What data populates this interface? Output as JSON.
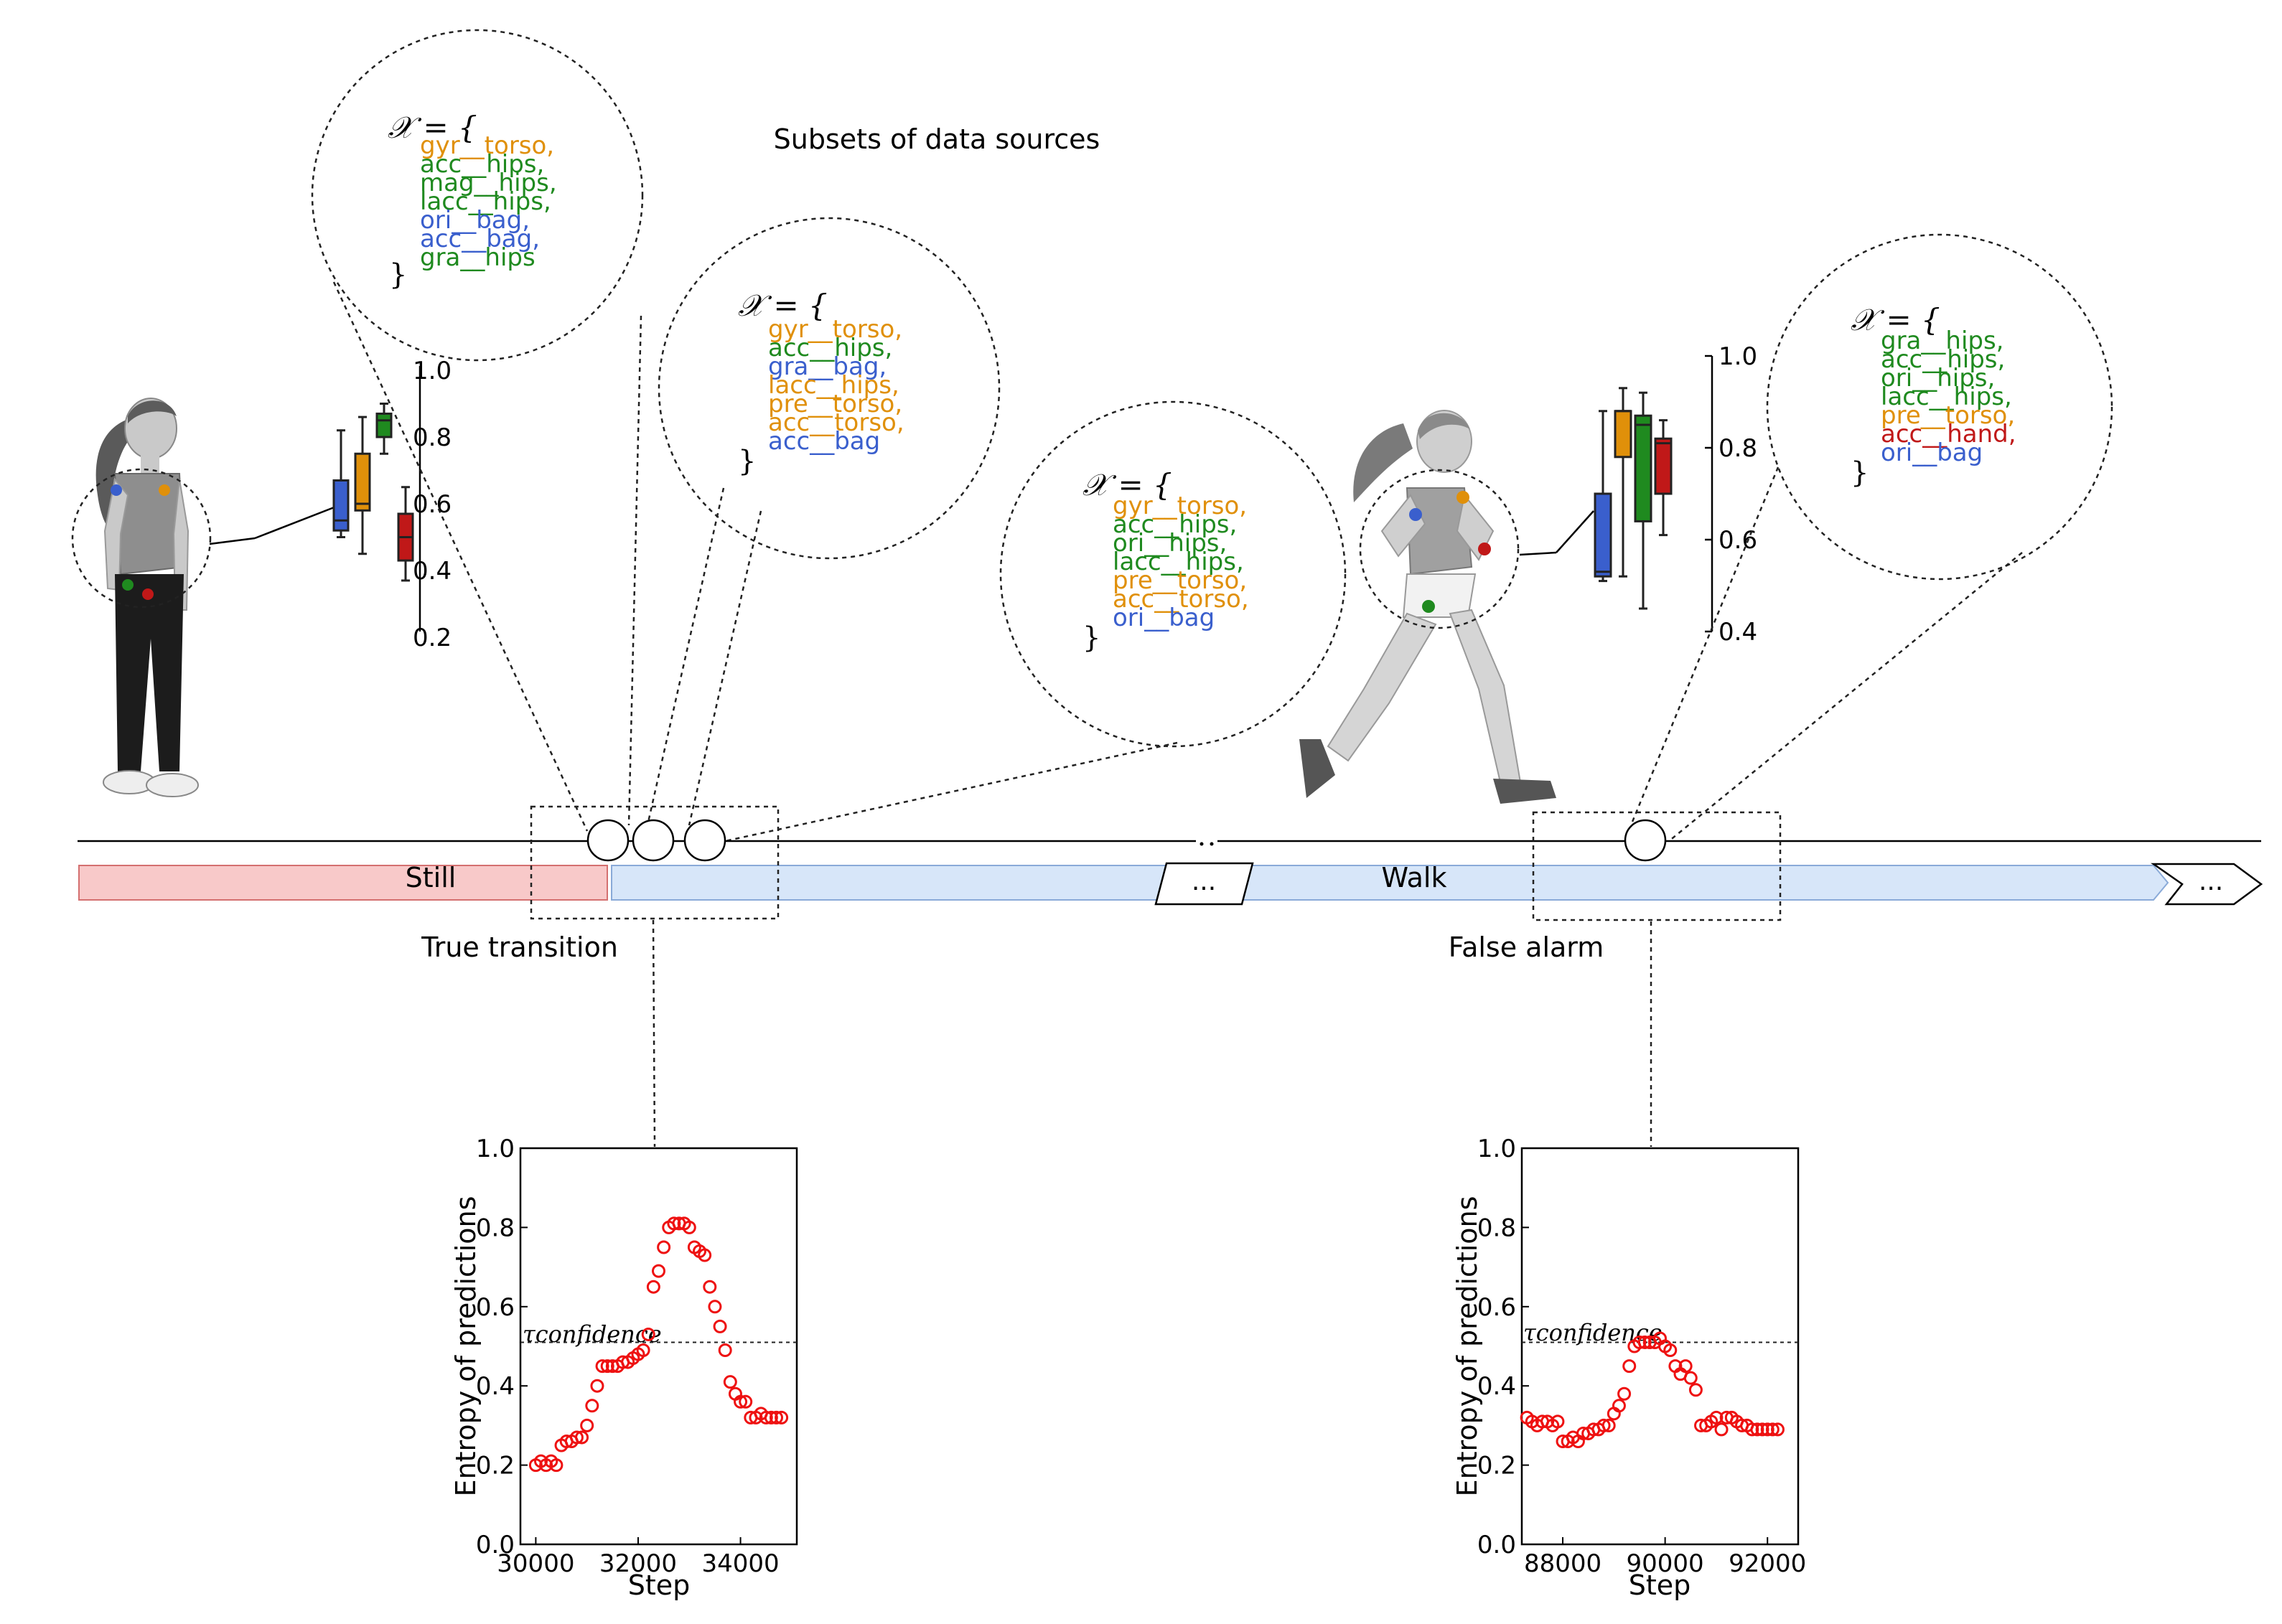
{
  "title": "Subsets of data sources",
  "colors": {
    "orange": "#e0900a",
    "green": "#1f8a1f",
    "blue": "#3a5fcd",
    "red": "#c01818",
    "still_fill": "#f8c9c9",
    "still_stroke": "#d47070",
    "walk_fill": "#d7e6f9",
    "walk_stroke": "#8aaad8",
    "scatter": "#ee1111"
  },
  "timeline": {
    "still_label": "Still",
    "walk_label": "Walk",
    "ellipsis_mid": "...",
    "ellipsis_end": "...",
    "true_transition": "True transition",
    "false_alarm": "False alarm"
  },
  "subsets": [
    {
      "head": "𝒳 = {",
      "close": "}",
      "items": [
        {
          "text": "gyr__torso,",
          "color": "orange"
        },
        {
          "text": "acc__hips,",
          "color": "green"
        },
        {
          "text": "mag__hips,",
          "color": "green"
        },
        {
          "text": "lacc__hips,",
          "color": "green"
        },
        {
          "text": "ori__bag,",
          "color": "blue"
        },
        {
          "text": "acc__bag,",
          "color": "blue"
        },
        {
          "text": "gra__hips",
          "color": "green"
        }
      ]
    },
    {
      "head": "𝒳 = {",
      "close": "}",
      "items": [
        {
          "text": "gyr__torso,",
          "color": "orange"
        },
        {
          "text": "acc__hips,",
          "color": "green"
        },
        {
          "text": "gra__bag,",
          "color": "blue"
        },
        {
          "text": "lacc__hips,",
          "color": "orange"
        },
        {
          "text": "pre__torso,",
          "color": "orange"
        },
        {
          "text": "acc__torso,",
          "color": "orange"
        },
        {
          "text": "acc__bag",
          "color": "blue"
        }
      ]
    },
    {
      "head": "𝒳 = {",
      "close": "}",
      "items": [
        {
          "text": "gyr__torso,",
          "color": "orange"
        },
        {
          "text": "acc__hips,",
          "color": "green"
        },
        {
          "text": "ori__hips,",
          "color": "green"
        },
        {
          "text": "lacc__hips,",
          "color": "green"
        },
        {
          "text": "pre__torso,",
          "color": "orange"
        },
        {
          "text": "acc__torso,",
          "color": "orange"
        },
        {
          "text": "ori__bag",
          "color": "blue"
        }
      ]
    },
    {
      "head": "𝒳 = {",
      "close": "}",
      "items": [
        {
          "text": "gra__hips,",
          "color": "green"
        },
        {
          "text": "acc__hips,",
          "color": "green"
        },
        {
          "text": "ori__hips,",
          "color": "green"
        },
        {
          "text": "lacc__hips,",
          "color": "green"
        },
        {
          "text": "pre__torso,",
          "color": "orange"
        },
        {
          "text": "acc__hand,",
          "color": "red"
        },
        {
          "text": "ori__bag",
          "color": "blue"
        }
      ]
    }
  ],
  "boxplot_left": {
    "ticks": [
      "1.0",
      "0.8",
      "0.6",
      "0.4",
      "0.2"
    ],
    "range": [
      0.2,
      1.0
    ],
    "boxes": [
      {
        "color": "blue",
        "min": 0.5,
        "q1": 0.52,
        "median": 0.55,
        "q3": 0.67,
        "max": 0.82
      },
      {
        "color": "orange",
        "min": 0.45,
        "q1": 0.58,
        "median": 0.6,
        "q3": 0.75,
        "max": 0.86
      },
      {
        "color": "green",
        "min": 0.75,
        "q1": 0.8,
        "median": 0.85,
        "q3": 0.87,
        "max": 0.9
      },
      {
        "color": "red",
        "min": 0.37,
        "q1": 0.43,
        "median": 0.5,
        "q3": 0.57,
        "max": 0.65
      }
    ]
  },
  "boxplot_right": {
    "ticks": [
      "1.0",
      "0.8",
      "0.6",
      "0.4"
    ],
    "range": [
      0.4,
      1.0
    ],
    "boxes": [
      {
        "color": "blue",
        "min": 0.51,
        "q1": 0.52,
        "median": 0.53,
        "q3": 0.7,
        "max": 0.88
      },
      {
        "color": "orange",
        "min": 0.52,
        "q1": 0.78,
        "median": 0.88,
        "q3": 0.88,
        "max": 0.93
      },
      {
        "color": "green",
        "min": 0.45,
        "q1": 0.64,
        "median": 0.85,
        "q3": 0.87,
        "max": 0.92
      },
      {
        "color": "red",
        "min": 0.61,
        "q1": 0.7,
        "median": 0.81,
        "q3": 0.82,
        "max": 0.86
      }
    ]
  },
  "chart_data": [
    {
      "type": "scatter",
      "xlabel": "Step",
      "ylabel": "Entropy of predictions",
      "xlim": [
        29700,
        35100
      ],
      "ylim": [
        0.0,
        1.0
      ],
      "xticks": [
        "30000",
        "32000",
        "34000"
      ],
      "xtick_values": [
        30000,
        32000,
        34000
      ],
      "yticks": [
        "1.0",
        "0.8",
        "0.6",
        "0.4",
        "0.2",
        "0.0"
      ],
      "ytick_values": [
        1.0,
        0.8,
        0.6,
        0.4,
        0.2,
        0.0
      ],
      "threshold": 0.51,
      "threshold_label": "τconfidence",
      "marker_color": "scatter",
      "x": [
        30000,
        30100,
        30200,
        30300,
        30400,
        30500,
        30600,
        30700,
        30800,
        30900,
        31000,
        31100,
        31200,
        31300,
        31400,
        31500,
        31600,
        31700,
        31800,
        31900,
        32000,
        32100,
        32200,
        32300,
        32400,
        32500,
        32600,
        32700,
        32800,
        32900,
        33000,
        33100,
        33200,
        33300,
        33400,
        33500,
        33600,
        33700,
        33800,
        33900,
        34000,
        34100,
        34200,
        34300,
        34400,
        34500,
        34600,
        34700,
        34800
      ],
      "y": [
        0.2,
        0.21,
        0.2,
        0.21,
        0.2,
        0.25,
        0.26,
        0.26,
        0.27,
        0.27,
        0.3,
        0.35,
        0.4,
        0.45,
        0.45,
        0.45,
        0.45,
        0.46,
        0.46,
        0.47,
        0.48,
        0.49,
        0.53,
        0.65,
        0.69,
        0.75,
        0.8,
        0.81,
        0.81,
        0.81,
        0.8,
        0.75,
        0.74,
        0.73,
        0.65,
        0.6,
        0.55,
        0.49,
        0.41,
        0.38,
        0.36,
        0.36,
        0.32,
        0.32,
        0.33,
        0.32,
        0.32,
        0.32,
        0.32
      ]
    },
    {
      "type": "scatter",
      "xlabel": "Step",
      "ylabel": "Entropy of predictions",
      "xlim": [
        87200,
        92600
      ],
      "ylim": [
        0.0,
        1.0
      ],
      "xticks": [
        "88000",
        "90000",
        "92000"
      ],
      "xtick_values": [
        88000,
        90000,
        92000
      ],
      "yticks": [
        "1.0",
        "0.8",
        "0.6",
        "0.4",
        "0.2",
        "0.0"
      ],
      "ytick_values": [
        1.0,
        0.8,
        0.6,
        0.4,
        0.2,
        0.0
      ],
      "threshold": 0.51,
      "threshold_label": "τconfidence",
      "marker_color": "scatter",
      "x": [
        87300,
        87400,
        87500,
        87600,
        87700,
        87800,
        87900,
        88000,
        88100,
        88200,
        88300,
        88400,
        88500,
        88600,
        88700,
        88800,
        88900,
        89000,
        89100,
        89200,
        89300,
        89400,
        89500,
        89600,
        89700,
        89800,
        89900,
        90000,
        90100,
        90200,
        90300,
        90400,
        90500,
        90600,
        90700,
        90800,
        90900,
        91000,
        91100,
        91200,
        91300,
        91400,
        91500,
        91600,
        91700,
        91800,
        91900,
        92000,
        92100,
        92200
      ],
      "y": [
        0.32,
        0.31,
        0.3,
        0.31,
        0.31,
        0.3,
        0.31,
        0.26,
        0.26,
        0.27,
        0.26,
        0.28,
        0.28,
        0.29,
        0.29,
        0.3,
        0.3,
        0.33,
        0.35,
        0.38,
        0.45,
        0.5,
        0.51,
        0.51,
        0.51,
        0.51,
        0.52,
        0.5,
        0.49,
        0.45,
        0.43,
        0.45,
        0.42,
        0.39,
        0.3,
        0.3,
        0.31,
        0.32,
        0.29,
        0.32,
        0.32,
        0.31,
        0.3,
        0.3,
        0.29,
        0.29,
        0.29,
        0.29,
        0.29,
        0.29
      ]
    }
  ]
}
